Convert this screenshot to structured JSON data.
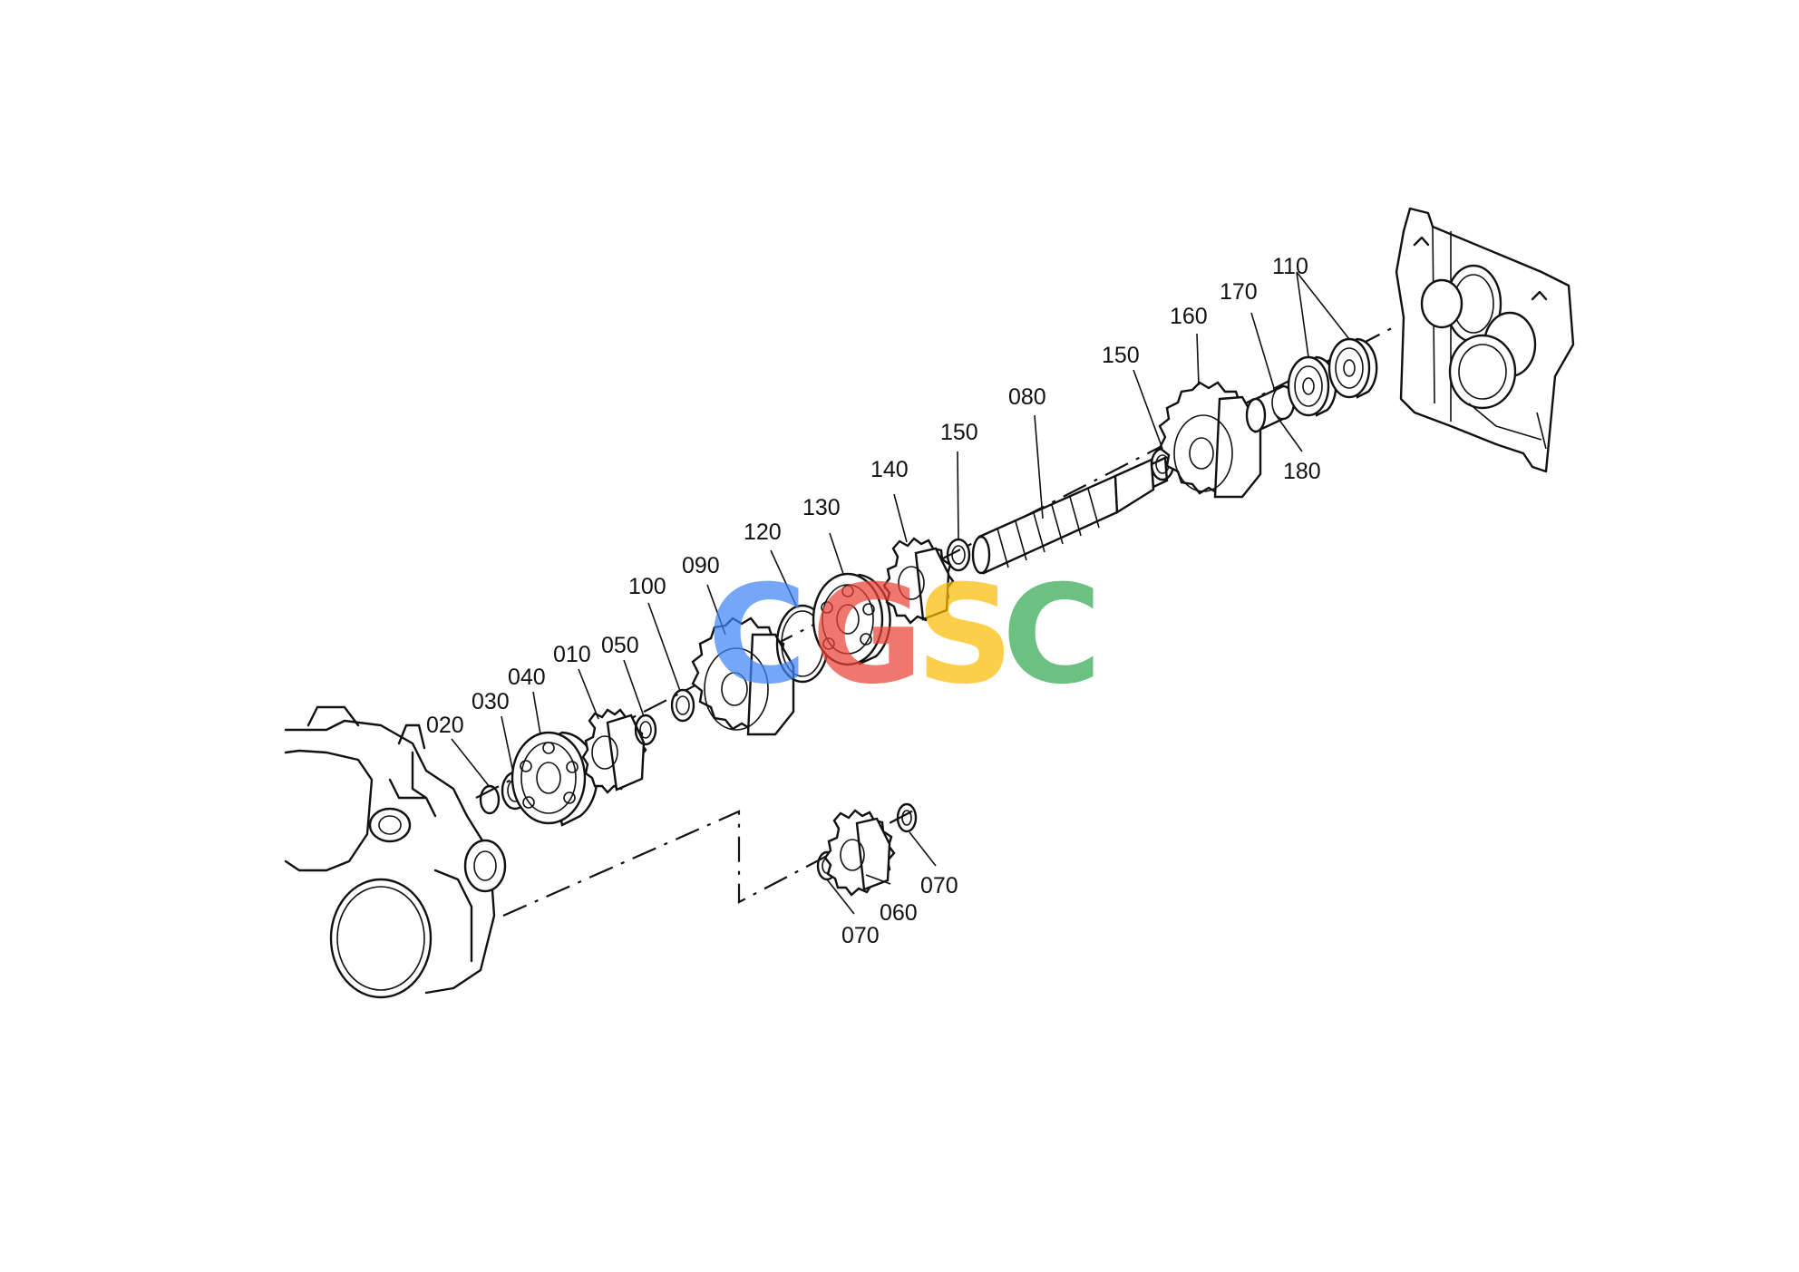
{
  "part_labels": {
    "p010": "010",
    "p020": "020",
    "p030": "030",
    "p040": "040",
    "p050": "050",
    "p060": "060",
    "p070a": "070",
    "p070b": "070",
    "p080": "080",
    "p090": "090",
    "p100": "100",
    "p110": "110",
    "p120": "120",
    "p130": "130",
    "p140": "140",
    "p150a": "150",
    "p150b": "150",
    "p160": "160",
    "p170": "170",
    "p180": "180"
  },
  "watermark": {
    "letters": [
      "C",
      "G",
      "S",
      "C"
    ],
    "colors": [
      "#4285F4",
      "#EA4335",
      "#FBBC05",
      "#34A853"
    ]
  }
}
